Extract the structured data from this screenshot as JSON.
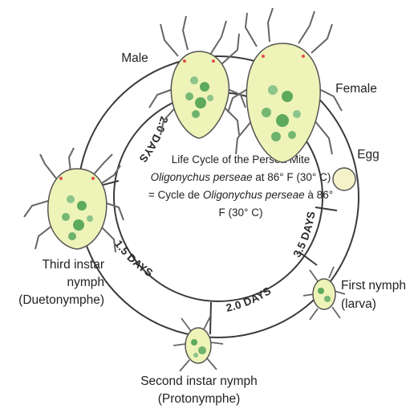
{
  "title_lines": [
    "Life Cycle of the Persea Mite",
    "at 86° F (30° C)",
    "= Cycle de",
    "à 86°",
    "F (30° C)"
  ],
  "species": "Oligonychus perseae",
  "stages": {
    "male": "Male",
    "female": "Female",
    "egg": "Egg",
    "first_nymph": [
      "First nymph",
      "(larva)"
    ],
    "second_nymph": [
      "Second instar nymph",
      "(Protonymphe)"
    ],
    "third_nymph": [
      "Third instar",
      "nymph",
      "(Duetonymphe)"
    ]
  },
  "durations": {
    "egg_to_first": "3.5 DAYS",
    "first_to_second": "2.0 DAYS",
    "second_to_third": "1.5 DAYS",
    "third_to_adult": "2.0 DAYS"
  },
  "colors": {
    "ring_fill": "#ffffff",
    "ring_stroke": "#3a3a3a",
    "mite_body": "#eef3b8",
    "mite_spots": "#5daa5d",
    "egg_fill": "#f5f2c9"
  }
}
